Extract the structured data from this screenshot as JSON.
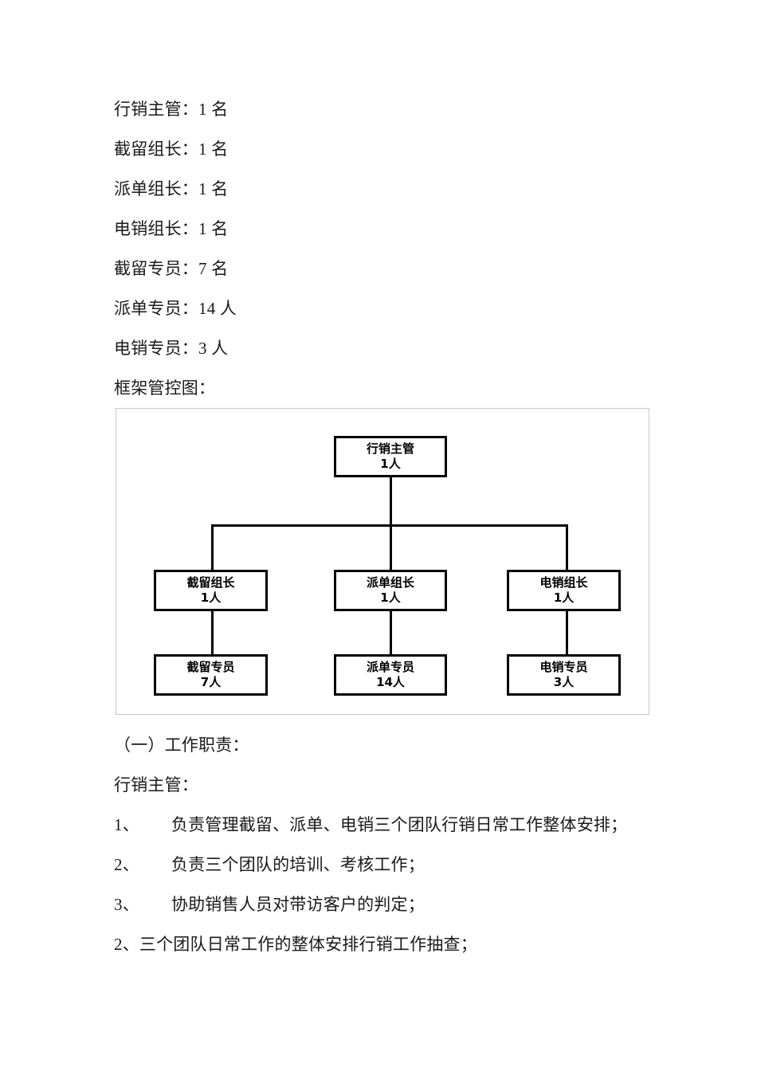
{
  "document": {
    "staffing_list": [
      "行销主管：1 名",
      "截留组长：1 名",
      "派单组长：1 名",
      "电销组长：1 名",
      "截留专员：7 名",
      "派单专员：14 人",
      "电销专员：3 人"
    ],
    "chart_caption": "框架管控图：",
    "section_heading": "（一）工作职责：",
    "role_heading": "行销主管：",
    "duties": [
      {
        "number": "1、",
        "text": "负责管理截留、派单、电销三个团队行销日常工作整体安排；",
        "indented": true
      },
      {
        "number": "2、",
        "text": "负责三个团队的培训、考核工作；",
        "indented": true
      },
      {
        "number": "3、",
        "text": "协助销售人员对带访客户的判定；",
        "indented": true
      },
      {
        "number": "2、",
        "text": "三个团队日常工作的整体安排行销工作抽查；",
        "indented": false
      }
    ]
  },
  "chart_data": {
    "type": "diagram",
    "title": "框架管控图",
    "orientation": "top-down",
    "border_color": "#c6c8ca",
    "node_border_color": "#000000",
    "connector_color": "#000000",
    "nodes": [
      {
        "id": "root",
        "title": "行销主管",
        "count": "1人",
        "level": 0,
        "column": "center"
      },
      {
        "id": "lead-left",
        "title": "截留组长",
        "count": "1人",
        "level": 1,
        "column": "left"
      },
      {
        "id": "lead-center",
        "title": "派单组长",
        "count": "1人",
        "level": 1,
        "column": "center"
      },
      {
        "id": "lead-right",
        "title": "电销组长",
        "count": "1人",
        "level": 1,
        "column": "right"
      },
      {
        "id": "staff-left",
        "title": "截留专员",
        "count": "7人",
        "level": 2,
        "column": "left"
      },
      {
        "id": "staff-center",
        "title": "派单专员",
        "count": "14人",
        "level": 2,
        "column": "center"
      },
      {
        "id": "staff-right",
        "title": "电销专员",
        "count": "3人",
        "level": 2,
        "column": "right"
      }
    ],
    "edges": [
      {
        "from": "root",
        "to": "lead-left"
      },
      {
        "from": "root",
        "to": "lead-center"
      },
      {
        "from": "root",
        "to": "lead-right"
      },
      {
        "from": "lead-left",
        "to": "staff-left"
      },
      {
        "from": "lead-center",
        "to": "staff-center"
      },
      {
        "from": "lead-right",
        "to": "staff-right"
      }
    ]
  }
}
